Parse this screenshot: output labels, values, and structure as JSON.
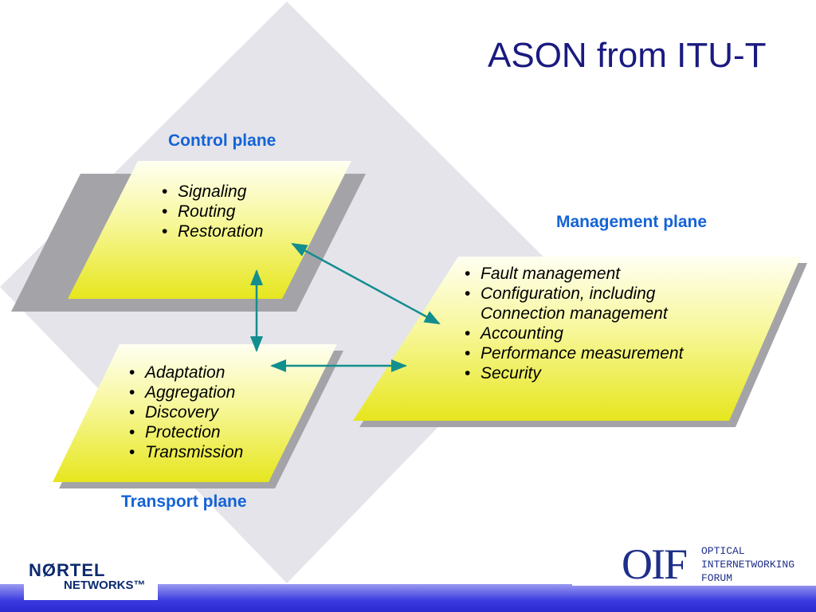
{
  "title": "ASON from ITU-T",
  "control_plane": {
    "label": "Control plane",
    "items": [
      "Signaling",
      "Routing",
      "Restoration"
    ]
  },
  "transport_plane": {
    "label": "Transport plane",
    "items": [
      "Adaptation",
      "Aggregation",
      "Discovery",
      "Protection",
      "Transmission"
    ]
  },
  "management_plane": {
    "label": "Management plane",
    "items": [
      "Fault management",
      "Configuration, including Connection management",
      "Accounting",
      "Performance measurement",
      "Security"
    ]
  },
  "logos": {
    "nortel_top": "NØRTEL",
    "nortel_bottom": "NETWORKS™",
    "oif": "OIF",
    "oif_line1": "OPTICAL",
    "oif_line2": "INTERNETWORKING",
    "oif_line3": "FORUM"
  },
  "colors": {
    "title": "#1a1a80",
    "plane_label": "#1463d6",
    "panel_top": "#ffffd0",
    "panel_bottom": "#e8e820",
    "arrow": "#138e8e",
    "backdrop": "#e4e4ea"
  }
}
